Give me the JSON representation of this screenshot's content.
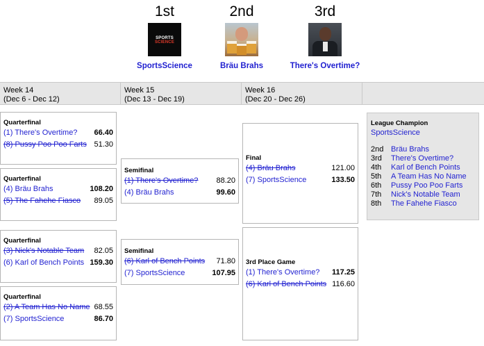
{
  "podium": [
    {
      "rank": "1st",
      "team": "SportsScience",
      "logo_text_a": "SPORTS",
      "logo_text_b": "SCIENCE"
    },
    {
      "rank": "2nd",
      "team": "Bräu Brahs"
    },
    {
      "rank": "3rd",
      "team": "There's Overtime?"
    }
  ],
  "weeks": [
    {
      "label": "Week 14",
      "dates": "(Dec 6 - Dec 12)"
    },
    {
      "label": "Week 15",
      "dates": "(Dec 13 - Dec 19)"
    },
    {
      "label": "Week 16",
      "dates": "(Dec 20 - Dec 26)"
    }
  ],
  "matches": {
    "qf1": {
      "title": "Quarterfinal",
      "a": {
        "team": "(1) There's Overtime?",
        "score": "66.40"
      },
      "b": {
        "team": "(8) Pussy Poo Poo Farts",
        "score": "51.30"
      }
    },
    "qf2": {
      "title": "Quarterfinal",
      "a": {
        "team": "(4) Bräu Brahs",
        "score": "108.20"
      },
      "b": {
        "team": "(5) The Fahehe Fiasco",
        "score": "89.05"
      }
    },
    "qf3": {
      "title": "Quarterfinal",
      "a": {
        "team": "(3) Nick's Notable Team",
        "score": "82.05"
      },
      "b": {
        "team": "(6) Karl of Bench Points",
        "score": "159.30"
      }
    },
    "qf4": {
      "title": "Quarterfinal",
      "a": {
        "team": "(2) A Team Has No Name",
        "score": "68.55"
      },
      "b": {
        "team": "(7) SportsScience",
        "score": "86.70"
      }
    },
    "sf1": {
      "title": "Semifinal",
      "a": {
        "team": "(1) There's Overtime?",
        "score": "88.20"
      },
      "b": {
        "team": "(4) Bräu Brahs",
        "score": "99.60"
      }
    },
    "sf2": {
      "title": "Semifinal",
      "a": {
        "team": "(6) Karl of Bench Points",
        "score": "71.80"
      },
      "b": {
        "team": "(7) SportsScience",
        "score": "107.95"
      }
    },
    "final": {
      "title": "Final",
      "a": {
        "team": "(4) Bräu Brahs",
        "score": "121.00"
      },
      "b": {
        "team": "(7) SportsScience",
        "score": "133.50"
      }
    },
    "third": {
      "title": "3rd Place Game",
      "a": {
        "team": "(1) There's Overtime?",
        "score": "117.25"
      },
      "b": {
        "team": "(6) Karl of Bench Points",
        "score": "116.60"
      }
    }
  },
  "champion": {
    "title": "League Champion",
    "team": "SportsScience",
    "standings": [
      {
        "place": "2nd",
        "team": "Bräu Brahs"
      },
      {
        "place": "3rd",
        "team": "There's Overtime?"
      },
      {
        "place": "4th",
        "team": "Karl of Bench Points"
      },
      {
        "place": "5th",
        "team": "A Team Has No Name"
      },
      {
        "place": "6th",
        "team": "Pussy Poo Poo Farts"
      },
      {
        "place": "7th",
        "team": "Nick's Notable Team"
      },
      {
        "place": "8th",
        "team": "The Fahehe Fiasco"
      }
    ]
  },
  "colors": {
    "link": "#1f1fd0",
    "panel": "#e6e6e6",
    "border": "#b5b5b5"
  }
}
